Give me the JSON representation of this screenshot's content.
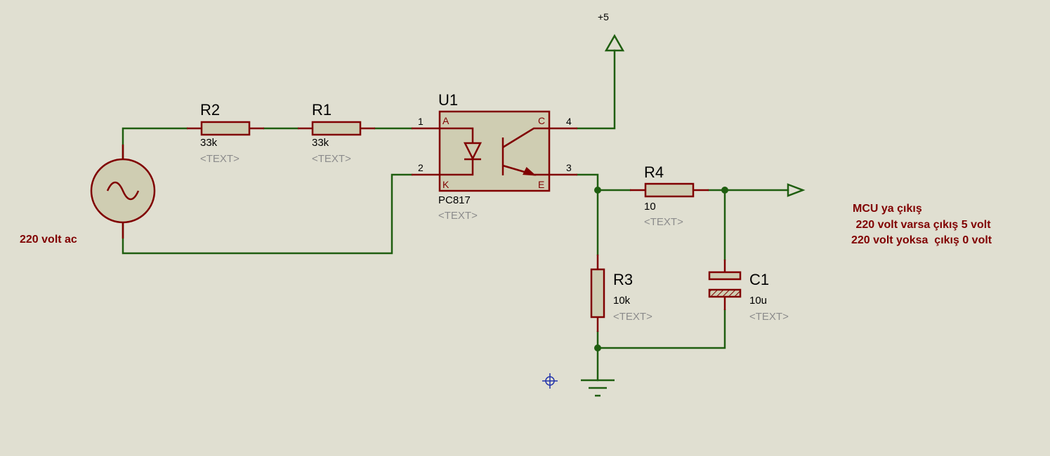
{
  "components": {
    "r1": {
      "ref": "R1",
      "value": "33k",
      "text": "<TEXT>"
    },
    "r2": {
      "ref": "R2",
      "value": "33k",
      "text": "<TEXT>"
    },
    "r3": {
      "ref": "R3",
      "value": "10k",
      "text": "<TEXT>"
    },
    "r4": {
      "ref": "R4",
      "value": "10",
      "text": "<TEXT>"
    },
    "c1": {
      "ref": "C1",
      "value": "10u",
      "text": "<TEXT>"
    },
    "u1": {
      "ref": "U1",
      "value": "PC817",
      "text": "<TEXT>",
      "pins": [
        "1",
        "2",
        "3",
        "4"
      ],
      "pin_labels": {
        "a": "A",
        "k": "K",
        "c": "C",
        "e": "E"
      }
    }
  },
  "power": {
    "vcc_label": "+5"
  },
  "source": {
    "label": "220 volt ac"
  },
  "notes": [
    "MCU ya çıkış",
    " 220 volt varsa çıkış 5 volt",
    "220 volt yoksa  çıkış 0 volt"
  ],
  "colors": {
    "wire": "#1f5e10",
    "component": "#800000",
    "component_fill": "#cfcdb2",
    "background": "#e0dfd1",
    "template_text": "#8c8c8c",
    "cursor": "#2233aa"
  }
}
